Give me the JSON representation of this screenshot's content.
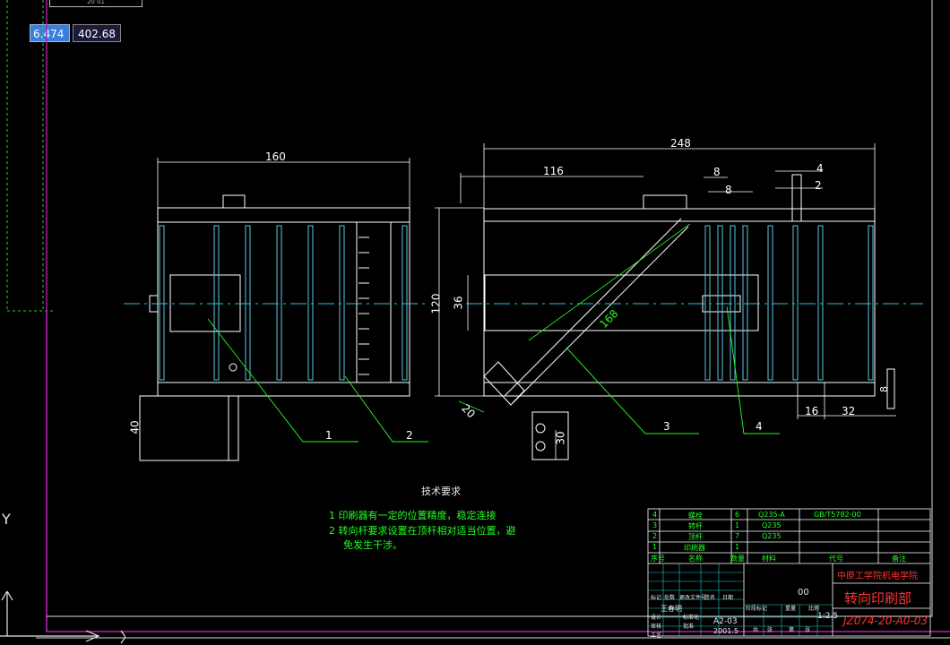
{
  "cursor_input": {
    "x": "6.474",
    "y": "402.68",
    "top_box": "20 01"
  },
  "dimensions": {
    "left_width": "160",
    "left_height_lower": "40",
    "right_total": "248",
    "right_116": "116",
    "dim_8a": "8",
    "dim_8b": "8",
    "dim_4": "4",
    "dim_2": "2",
    "dim_120": "120",
    "dim_36": "36",
    "dim_168": "168",
    "dim_20": "20",
    "dim_30": "30",
    "dim_16": "16",
    "dim_32": "32",
    "dim_8c": "8"
  },
  "balloons": [
    "1",
    "2",
    "3",
    "4"
  ],
  "tech_req": {
    "title": "技术要求",
    "line1": "1 印刷器有一定的位置精度，稳定连接",
    "line2": "2 转向杆要求设置在顶杆相对适当位置，避",
    "line3": "免发生干涉。"
  },
  "bom": {
    "rows": [
      {
        "no": "4",
        "name": "螺栓",
        "qty": "6",
        "mat": "Q235-A",
        "std": "GB/T5782-00",
        "note": ""
      },
      {
        "no": "3",
        "name": "转杆",
        "qty": "1",
        "mat": "Q235",
        "std": "",
        "note": ""
      },
      {
        "no": "2",
        "name": "顶杆",
        "qty": "7",
        "mat": "Q235",
        "std": "",
        "note": ""
      },
      {
        "no": "1",
        "name": "印刷器",
        "qty": "1",
        "mat": "",
        "std": "",
        "note": ""
      }
    ],
    "header": {
      "no": "序号",
      "name": "名称",
      "qty": "数量",
      "mat": "材料",
      "std": "代号",
      "note": "备注"
    }
  },
  "title_block": {
    "school": "中原工学院机电学院",
    "part_name": "转向印刷部",
    "drawing_no": "JZ074-20-A0-03",
    "code": "00",
    "scale": "1:2.5",
    "sheet": "A2-03",
    "date": "2001.5",
    "designer": "王春明",
    "small": [
      "标记",
      "处数",
      "更改文件号",
      "签名",
      "日期",
      "设计",
      "审核",
      "工艺",
      "标准化",
      "批准",
      "阶段标记",
      "重量",
      "比例",
      "共",
      "张",
      "第",
      "张"
    ]
  },
  "colors": {
    "line": "#ffffff",
    "green": "#22ff22",
    "border": "#b020b0",
    "ucs": "#e8e8e8"
  }
}
